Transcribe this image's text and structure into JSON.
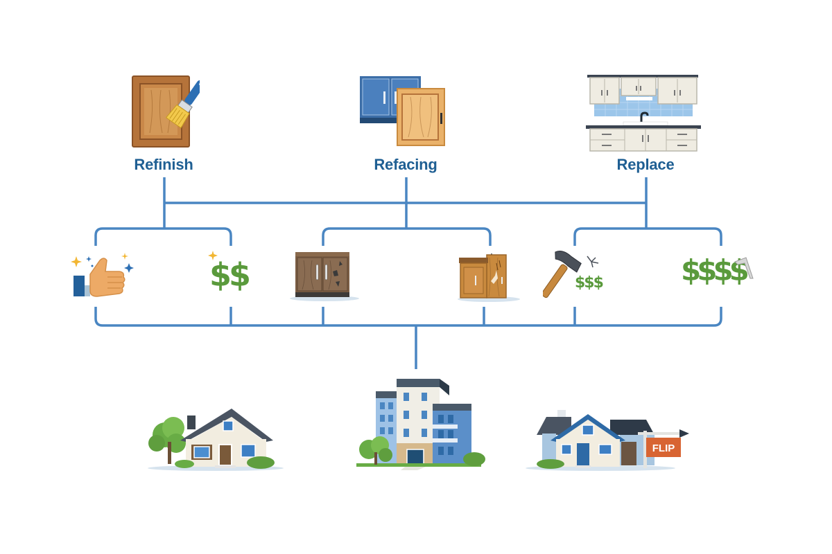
{
  "diagram": {
    "title": "",
    "line_color": "#4a86c2",
    "label_color": "#1f5f93",
    "options": [
      {
        "label": "Refinish",
        "icon": "cabinet-door-paintbrush-icon",
        "pros_icon": "thumbs-up-sparkles-icon",
        "cost_icon": "double-dollar-icon",
        "cost_text": "$$"
      },
      {
        "label": "Refacing",
        "icon": "cabinet-new-door-icon",
        "condition_good_icon": "worn-cabinet-icon",
        "condition_bad_icon": "damaged-cabinet-icon"
      },
      {
        "label": "Replace",
        "icon": "full-kitchen-icon",
        "demo_icon": "hammer-cost-icon",
        "demo_cost_text": "$$$",
        "cost_icon": "high-dollar-icon",
        "cost_text": "$$$$"
      }
    ],
    "outcomes": [
      {
        "name": "single-family-home",
        "icon": "house-with-tree-icon"
      },
      {
        "name": "apartment-building",
        "icon": "apartment-building-icon"
      },
      {
        "name": "flip-house",
        "icon": "house-flip-sign-icon",
        "sign_text": "FLIP"
      }
    ]
  }
}
